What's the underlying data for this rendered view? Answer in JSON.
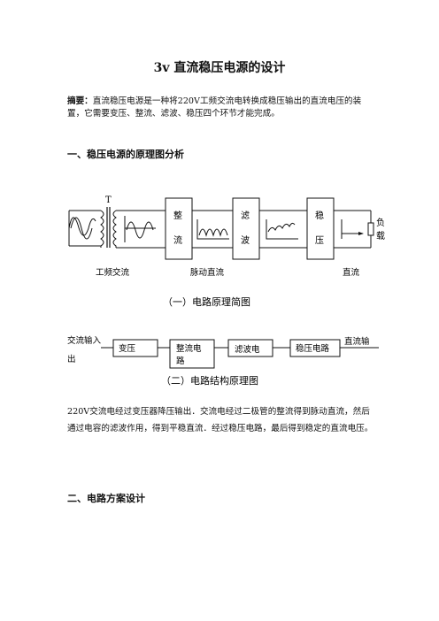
{
  "document": {
    "title": "3v 直流稳压电源的设计",
    "abstract_label": "摘要：",
    "abstract_text": "直流稳压电源是一种将220V工频交流电转换成稳压输出的直流电压的装置，它需要变压、整流、滤波、稳压四个环节才能完成。",
    "section1_heading": "一、稳压电源的原理图分析",
    "section2_heading": "二、电路方案设计",
    "paragraph": "220V交流电经过变压器降压输出．交流电经过二极管的整流得到脉动直流，然后通过电容的滤波作用，得到平稳直流．经过稳压电路，最后得到稳定的直流电压。"
  },
  "diagram1": {
    "transformer_label": "T",
    "block1": [
      "整",
      "流"
    ],
    "block2": [
      "滤",
      "波"
    ],
    "block3": [
      "稳",
      "压"
    ],
    "load": [
      "负",
      "载"
    ],
    "label_ac": "工频交流",
    "label_pulse": "脉动直流",
    "label_dc": "直流",
    "caption": "（一）电路原理简图"
  },
  "diagram2": {
    "input_label_1": "交流输入",
    "input_label_2": "出",
    "box1": "变压",
    "box2_line1": "整流电",
    "box2_line2": "路",
    "box3": "滤波电",
    "box4": "稳压电路",
    "output_label": "直流输",
    "caption": "（二）电路结构原理图"
  }
}
